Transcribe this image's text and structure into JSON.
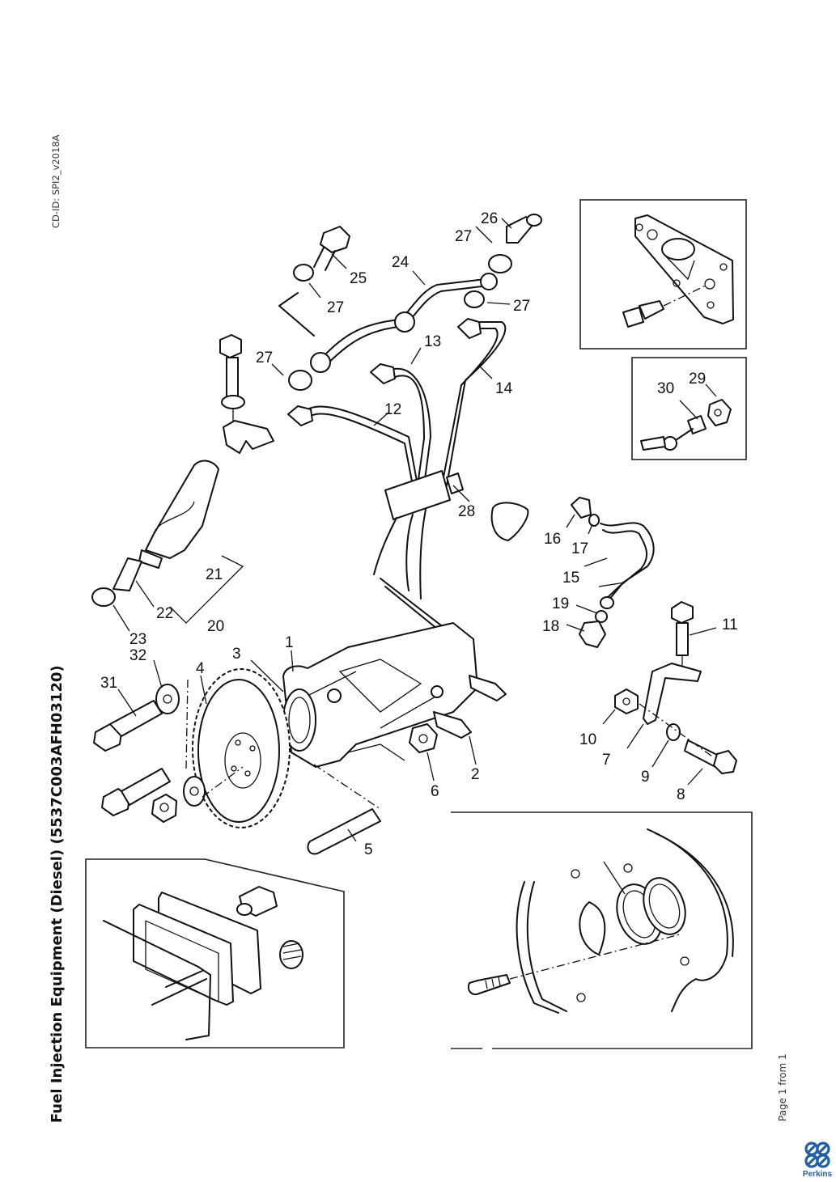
{
  "page": {
    "cd_id": "CD-ID: SPI2_v2018A",
    "title": "Fuel Injection Equipment (Diesel) (5537C003AFH03120)",
    "page_info": "Page 1 from 1",
    "brand": "Perkins",
    "brand_color": "#1f5ea8"
  },
  "callouts": {
    "c1": "1",
    "c2": "2",
    "c3": "3",
    "c4": "4",
    "c5": "5",
    "c6": "6",
    "c7": "7",
    "c8": "8",
    "c9": "9",
    "c10": "10",
    "c11": "11",
    "c12": "12",
    "c13": "13",
    "c14": "14",
    "c15": "15",
    "c16": "16",
    "c17": "17",
    "c18": "18",
    "c19": "19",
    "c20": "20",
    "c21": "21",
    "c22": "22",
    "c23": "23",
    "c24": "24",
    "c25": "25",
    "c26": "26",
    "c27a": "27",
    "c27b": "27",
    "c27c": "27",
    "c27d": "27",
    "c28": "28",
    "c29": "29",
    "c30": "30",
    "c31": "31",
    "c32": "32"
  },
  "insets": [
    {
      "name": "sensor-plate-inset",
      "description": "Plate with sensor"
    },
    {
      "name": "banjo-bolt-inset",
      "parts": [
        "29",
        "30"
      ]
    },
    {
      "name": "cover-plate-inset",
      "description": "Cover plate with gasket, sensor and plug"
    },
    {
      "name": "timing-case-inset",
      "description": "Timing case with seals and screw"
    }
  ]
}
